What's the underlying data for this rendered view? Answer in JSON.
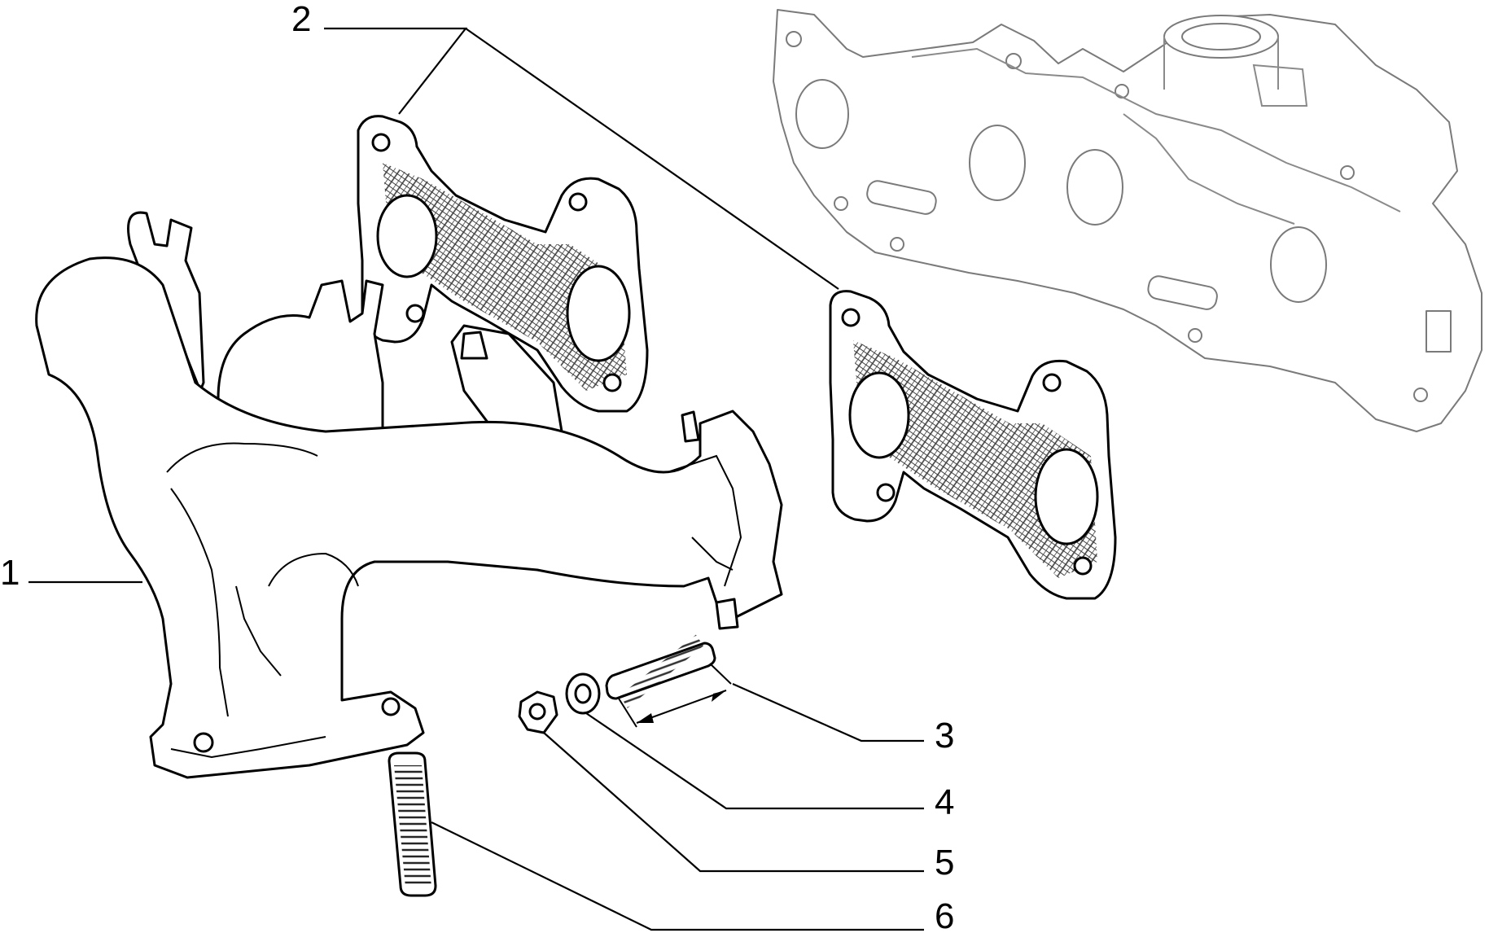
{
  "diagram": {
    "callouts": [
      {
        "id": "1",
        "label": "1"
      },
      {
        "id": "2",
        "label": "2"
      },
      {
        "id": "3",
        "label": "3"
      },
      {
        "id": "4",
        "label": "4"
      },
      {
        "id": "5",
        "label": "5"
      },
      {
        "id": "6",
        "label": "6"
      }
    ],
    "colors": {
      "ink": "#000000",
      "ghost": "#7a7a7a",
      "background": "#ffffff"
    }
  }
}
